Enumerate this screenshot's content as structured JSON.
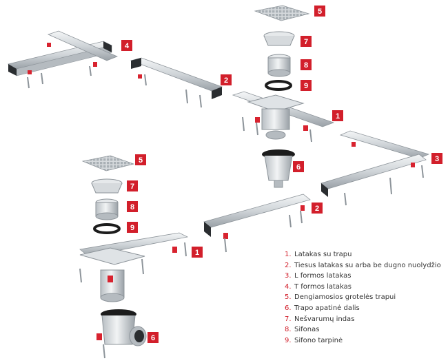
{
  "colors": {
    "badge": "#d21f2b",
    "steel_light": "#e9ecee",
    "steel_mid": "#c9ced2",
    "steel_dark": "#8d949a",
    "fitting_red": "#d8232f",
    "gasket": "#1c1c1c",
    "legend_number": "#d21f2b",
    "legend_text": "#333333"
  },
  "badges": {
    "top_grate": "5",
    "top_strainer": "7",
    "top_siphon": "8",
    "top_gasket": "9",
    "top_four": "4",
    "top_two": "2",
    "top_one": "1",
    "right_three": "3",
    "mid_six": "6",
    "left_grate": "5",
    "left_strainer": "7",
    "left_siphon": "8",
    "left_gasket": "9",
    "bottom_two": "2",
    "bottom_one": "1",
    "bottom_six": "6"
  },
  "legend": [
    {
      "num": "1.",
      "text": "Latakas su trapu"
    },
    {
      "num": "2.",
      "text": "Tiesus latakas su arba be dugno nuolydžio"
    },
    {
      "num": "3.",
      "text": "L formos latakas"
    },
    {
      "num": "4.",
      "text": "T formos latakas"
    },
    {
      "num": "5.",
      "text": "Dengiamosios grotelės trapui"
    },
    {
      "num": "6.",
      "text": "Trapo apatinė dalis"
    },
    {
      "num": "7.",
      "text": "Nešvarumų indas"
    },
    {
      "num": "8.",
      "text": "Sifonas"
    },
    {
      "num": "9.",
      "text": "Sifono tarpinė"
    }
  ]
}
